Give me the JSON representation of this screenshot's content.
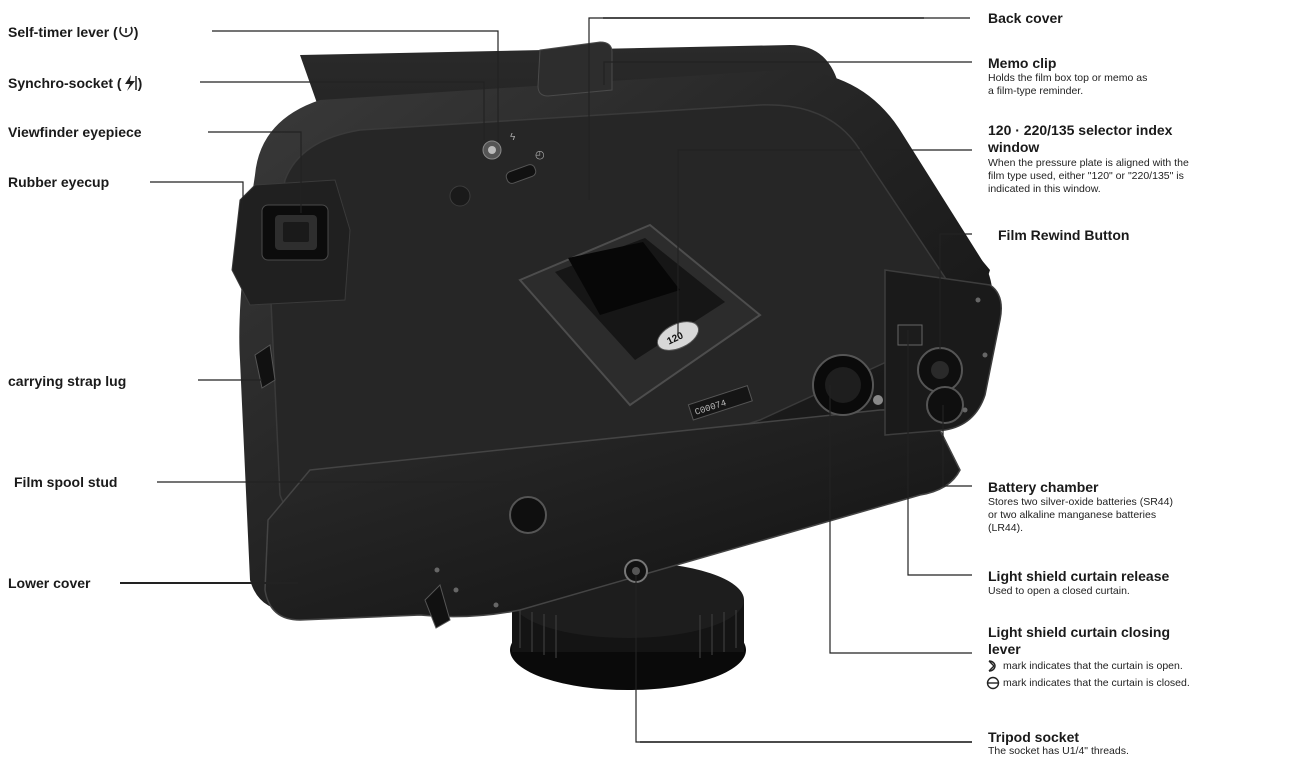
{
  "labels_left": {
    "self_timer": "Self-timer lever (",
    "self_timer_close": ")",
    "synchro": "Synchro-socket (",
    "synchro_close": ")",
    "viewfinder": "Viewfinder   eyepiece",
    "eyecup": "Rubber   eyecup",
    "strap": "carrying   strap   lug",
    "spool": "Film spool stud",
    "lower": "Lower cover"
  },
  "labels_right": {
    "back_cover": {
      "title": "Back cover"
    },
    "memo_clip": {
      "title": "Memo clip",
      "desc": [
        "Holds  the  film  box  top  or  memo  as",
        "a film-type reminder."
      ]
    },
    "selector": {
      "title": "120 · 220/135  selector index",
      "title2": "window",
      "desc": [
        "When the pressure plate is aligned with the",
        "film type used, either \"120\" or \"220/135\" is",
        "indicated in this window."
      ]
    },
    "rewind": {
      "title": "Film Rewind Button"
    },
    "battery": {
      "title": "Battery chamber",
      "desc": [
        "Stores two silver-oxide batteries (SR44)",
        "or  two  alkaline  manganese  batteries",
        "(LR44)."
      ]
    },
    "curtain_release": {
      "title": "Light shield curtain release",
      "desc": [
        "Used to open a closed curtain."
      ]
    },
    "curtain_lever": {
      "title": "Light shield curtain closing",
      "title2": "lever",
      "open_mark": "mark indicates that the curtain is open.",
      "closed_mark": "mark indicates that the curtain is closed."
    },
    "tripod": {
      "title": "Tripod socket",
      "desc": [
        "The socket has U1/4\" threads."
      ]
    }
  },
  "photo": {
    "window_number": "120",
    "serial": "C00074"
  }
}
